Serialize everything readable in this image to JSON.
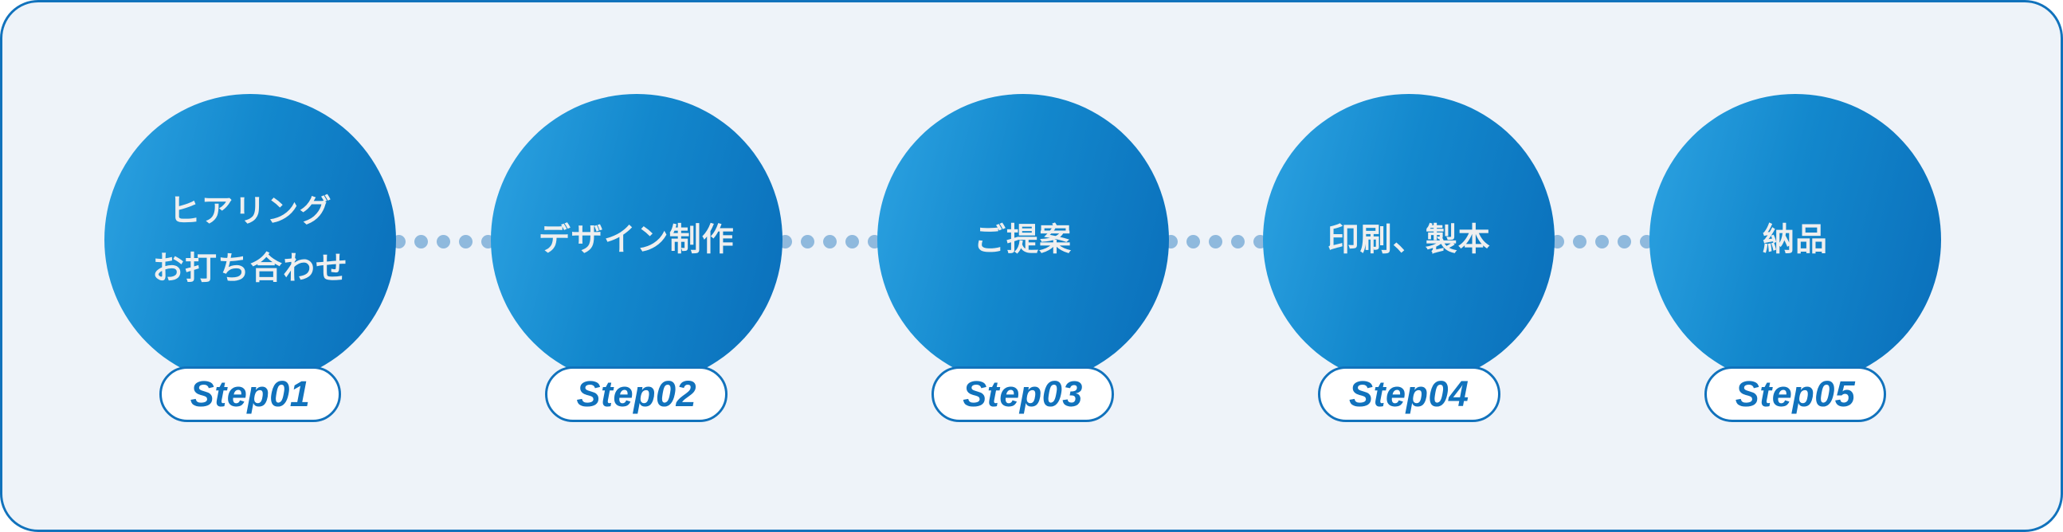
{
  "diagram": {
    "kind": "horizontal-process-flow",
    "colors": {
      "frame_border": "#1172bc",
      "frame_background": "#eef3f9",
      "circle_gradient_start": "#2da3e2",
      "circle_gradient_end": "#0a6eba",
      "circle_text": "#efefef",
      "connector_dot": "#8fb9dd",
      "badge_background": "#ffffff",
      "badge_border": "#1172bc",
      "badge_text": "#1172bc"
    },
    "steps": [
      {
        "line1": "ヒアリング",
        "line2": "お打ち合わせ",
        "badge": "Step01"
      },
      {
        "line1": "デザイン制作",
        "badge": "Step02"
      },
      {
        "line1": "ご提案",
        "badge": "Step03"
      },
      {
        "line1": "印刷、製本",
        "badge": "Step04"
      },
      {
        "line1": "納品",
        "badge": "Step05"
      }
    ],
    "connector_dots_per_gap": 5
  }
}
